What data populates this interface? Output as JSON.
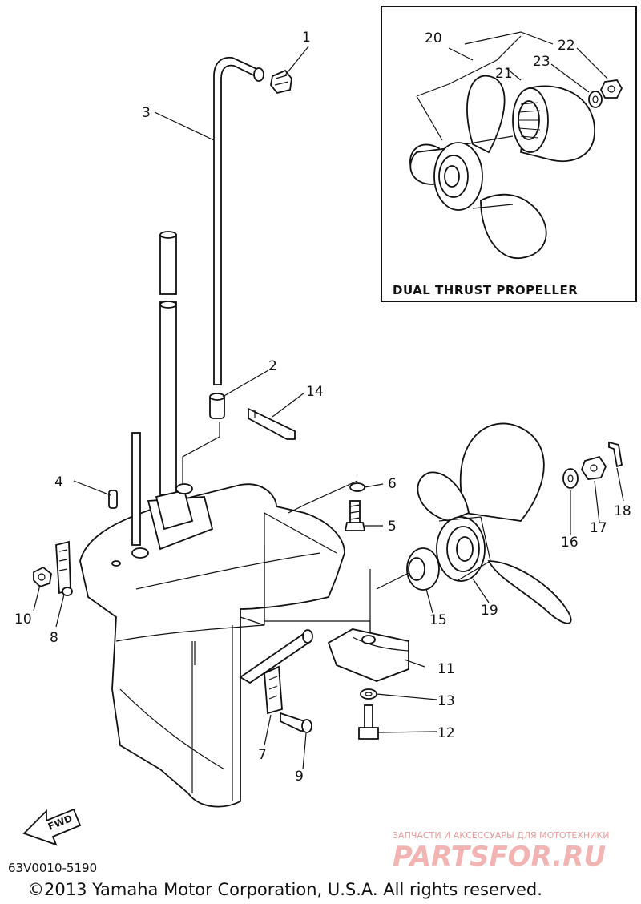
{
  "inset": {
    "title": "DUAL THRUST PROPELLER",
    "callouts": [
      "20",
      "21",
      "22",
      "23"
    ]
  },
  "callouts": [
    "1",
    "2",
    "3",
    "4",
    "5",
    "6",
    "7",
    "8",
    "9",
    "10",
    "11",
    "12",
    "13",
    "14",
    "15",
    "16",
    "17",
    "18",
    "19"
  ],
  "fwd_label": "FWD",
  "part_code": "63V0010-5190",
  "copyright": "©2013 Yamaha Motor Corporation, U.S.A. All rights reserved.",
  "watermark": {
    "line1": "ЗАПЧАСТИ И АКСЕССУАРЫ ДЛЯ МОТОТЕХНИКИ",
    "logo": "PARTSFOR.RU"
  }
}
